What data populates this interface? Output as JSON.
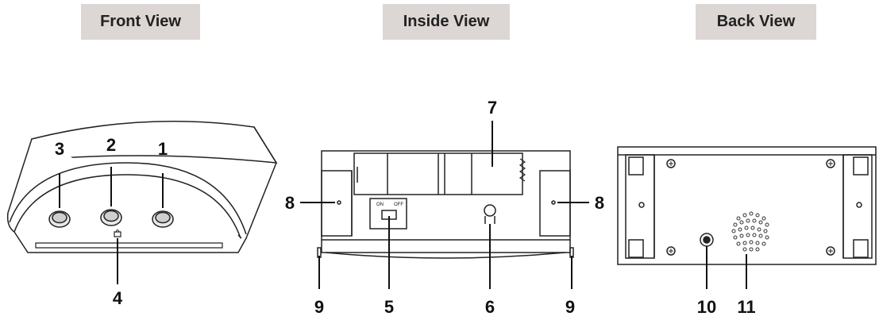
{
  "views": {
    "front": "Front View",
    "inside": "Inside View",
    "back": "Back View"
  },
  "callouts": {
    "c1": "1",
    "c2": "2",
    "c3": "3",
    "c4": "4",
    "c5": "5",
    "c6": "6",
    "c7": "7",
    "c8": "8",
    "c9": "9",
    "c10": "10",
    "c11": "11"
  },
  "switch": {
    "on": "ON",
    "off": "OFF"
  }
}
